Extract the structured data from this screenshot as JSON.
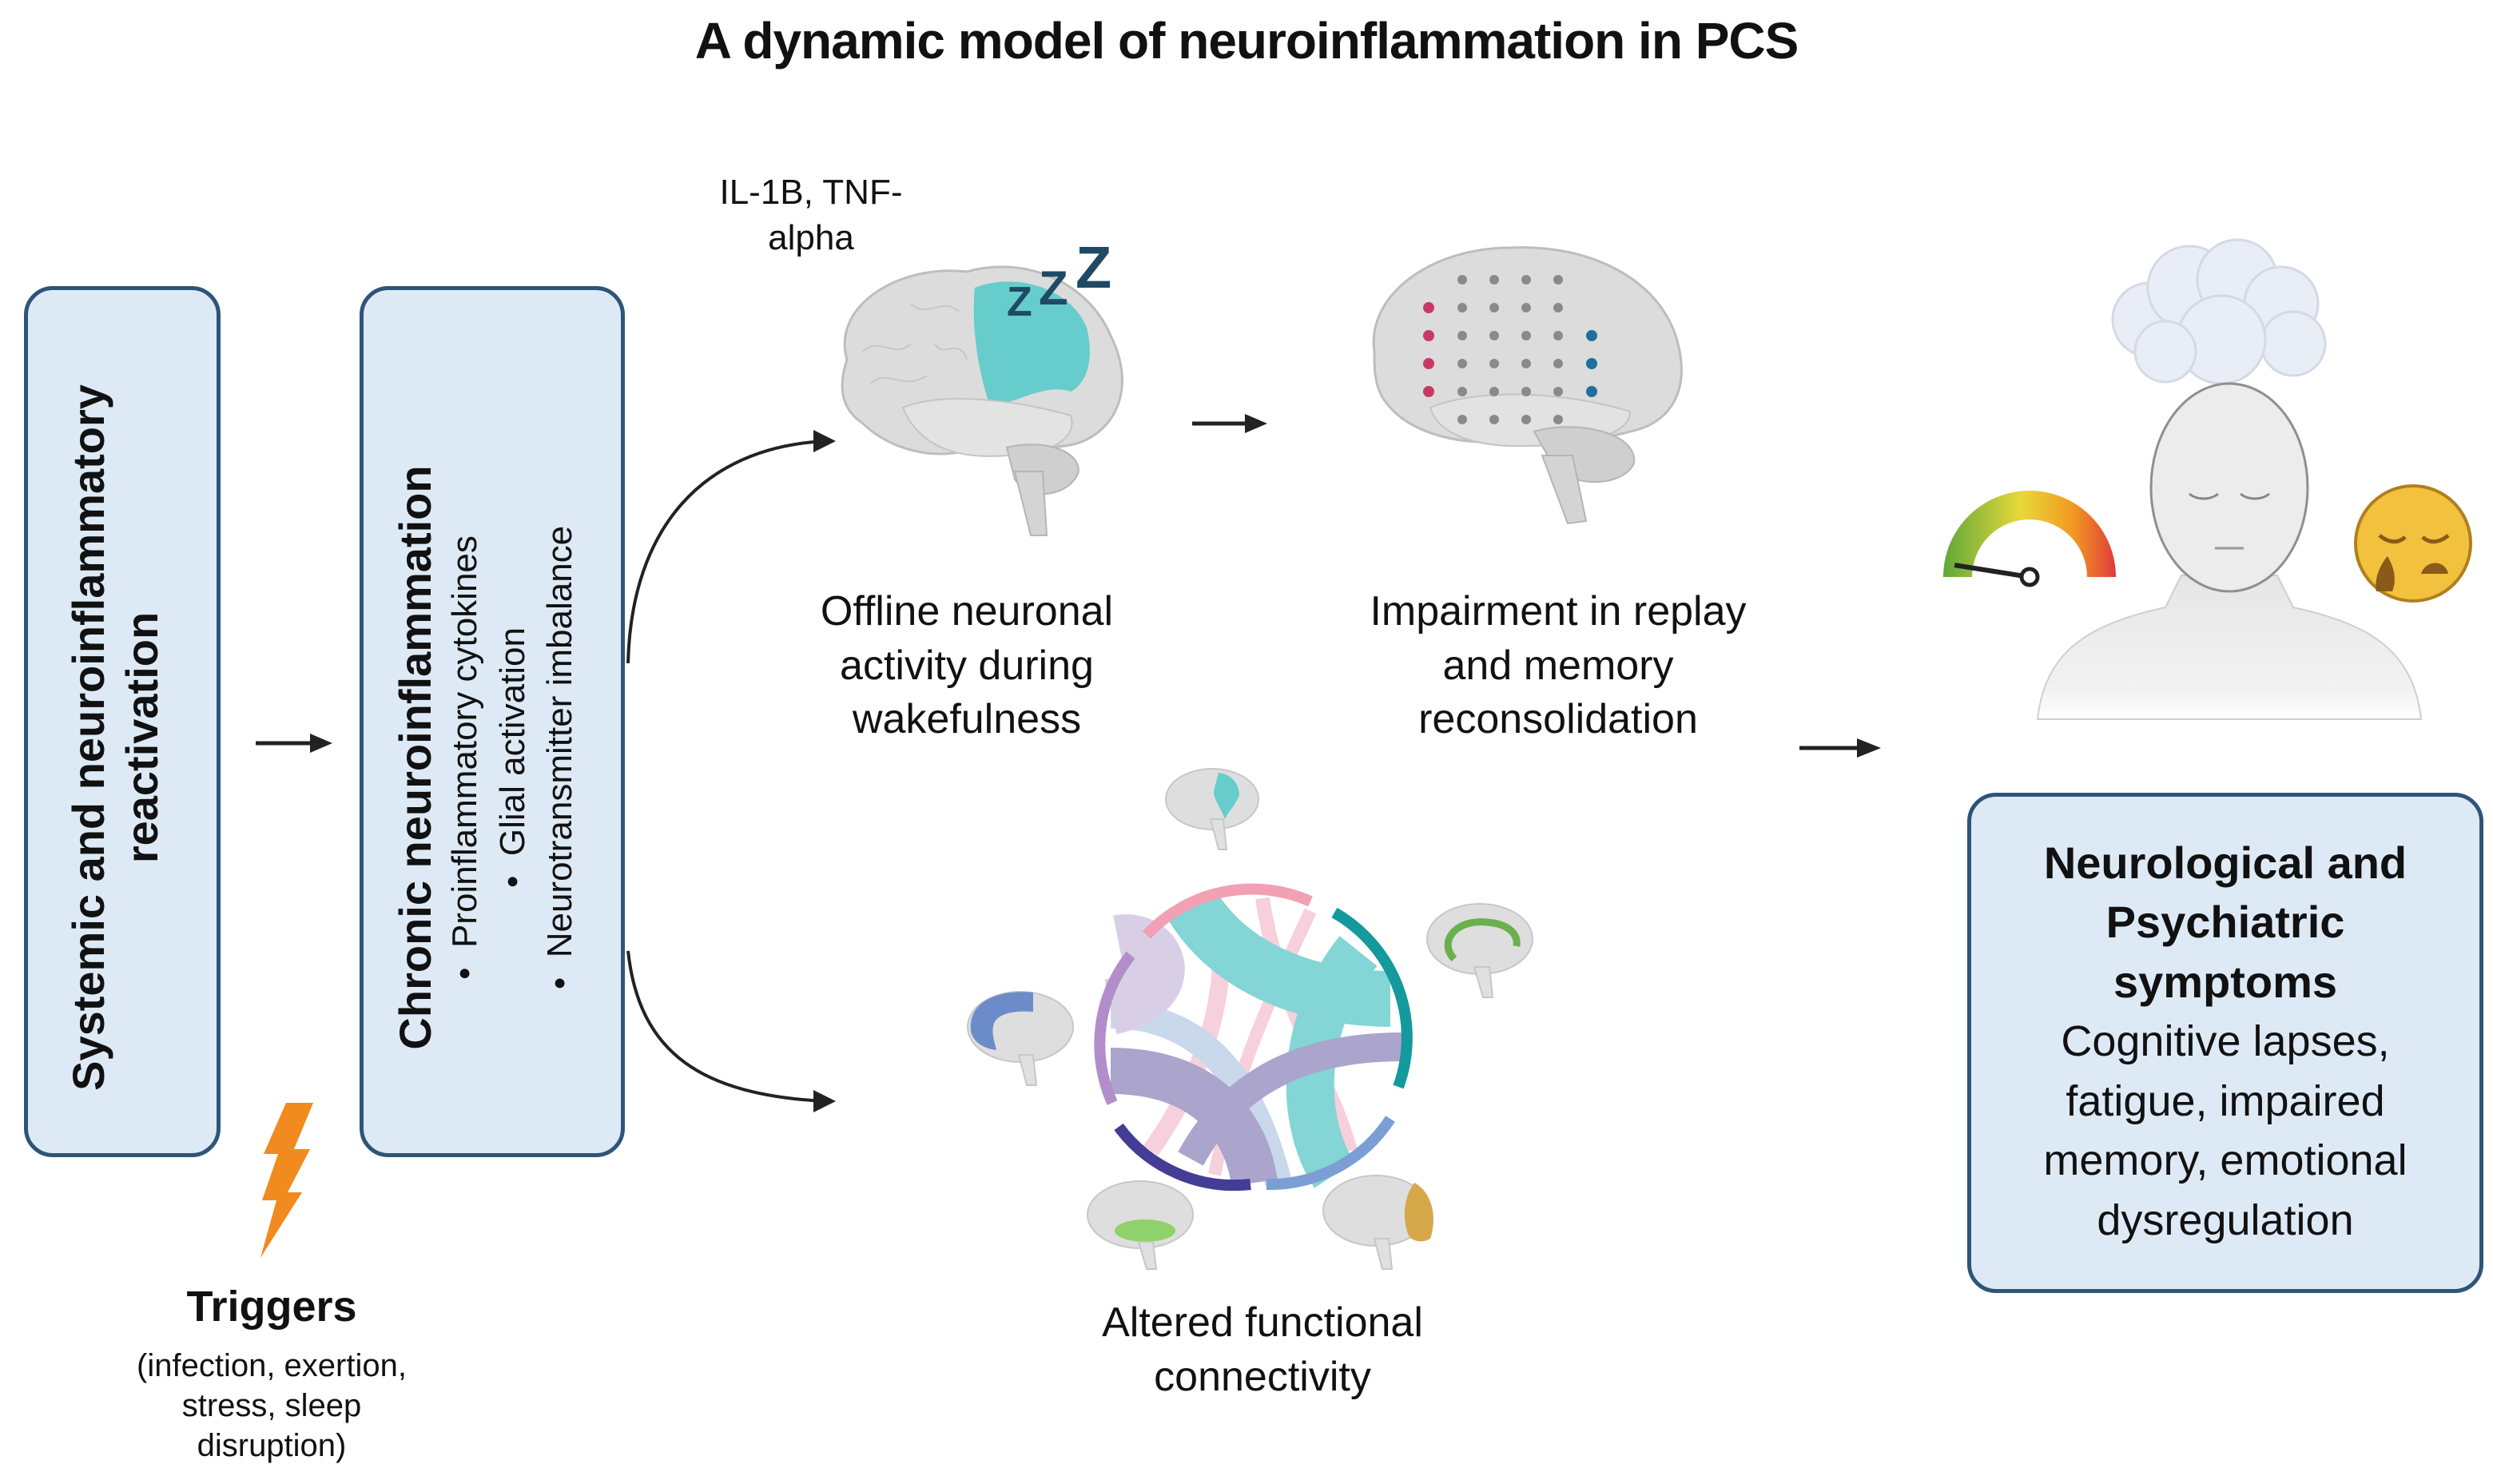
{
  "title": "A dynamic model of neuroinflammation in PCS",
  "box_systemic": {
    "line1": "Systemic and neuroinflammatory",
    "line2": "reactivation"
  },
  "box_chronic": {
    "title": "Chronic neuroinflammation",
    "items": [
      "Proinflammatory cytokines",
      "Glial activation",
      "Neurotransmitter imbalance"
    ],
    "bullet": "•"
  },
  "triggers": {
    "icon": "lightning-bolt-icon",
    "title": "Triggers",
    "lines": [
      "(infection, exertion,",
      "stress, sleep",
      "disruption)"
    ]
  },
  "cytokines_label": {
    "line1": "IL-1B, TNF-",
    "line2": "alpha"
  },
  "offline_caption": {
    "lines": [
      "Offline neuronal",
      "activity during",
      "wakefulness"
    ]
  },
  "replay_caption": {
    "lines": [
      "Impairment in replay",
      "and memory",
      "reconsolidation"
    ]
  },
  "connectivity_caption": {
    "lines": [
      "Altered functional",
      "connectivity"
    ]
  },
  "sleep_symbol": "Z",
  "symptoms_box": {
    "title_lines": [
      "Neurological and",
      "Psychiatric",
      "symptoms"
    ],
    "body_lines": [
      "Cognitive lapses,",
      "fatigue, impaired",
      "memory, emotional",
      "dysregulation"
    ]
  },
  "gauge": {
    "level_fraction": 0.05
  },
  "colors": {
    "box_fill": "#ddeaf6",
    "box_border": "#2f5478",
    "teal": "#5cc8c8",
    "zzz": "#1f4a66",
    "lightning": "#f18a1f",
    "brain_gray": "#d9d9d9",
    "pink_node": "#c83a64",
    "blue_node": "#1e6f9c"
  }
}
